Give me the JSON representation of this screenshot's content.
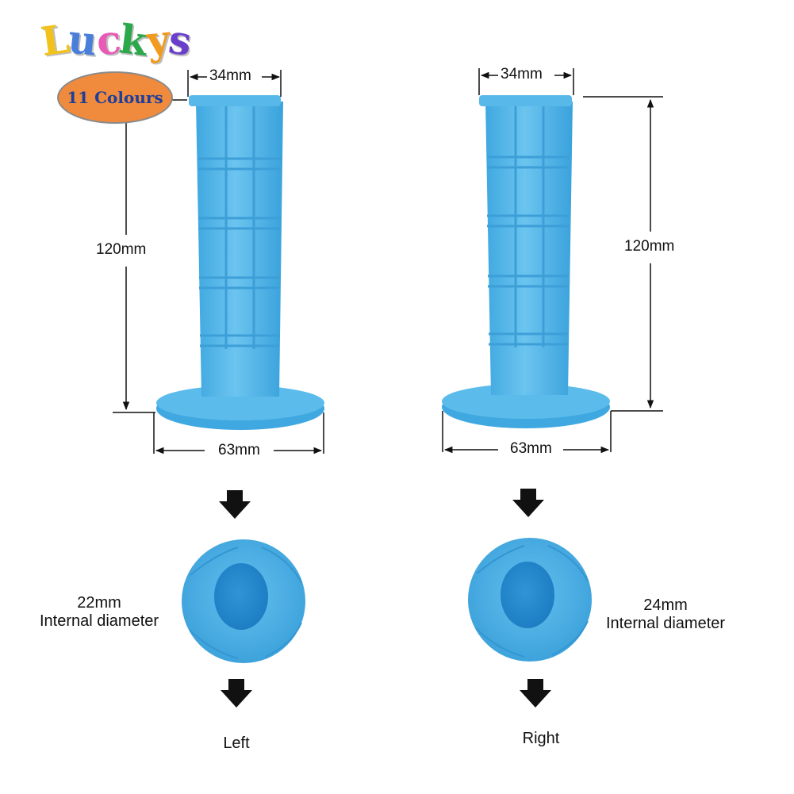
{
  "brand": {
    "letters": [
      "L",
      "u",
      "c",
      "k",
      "y",
      "s"
    ],
    "letter_colors": [
      "#f2c21b",
      "#4a7fd9",
      "#e85ab6",
      "#2aa84a",
      "#f29a1e",
      "#6a3fc9"
    ],
    "badge_text": "11 Colours",
    "badge_color": "#f08a3c"
  },
  "product_color": "#4db3e8",
  "left_grip": {
    "top_width": "34mm",
    "length": "120mm",
    "flange_width": "63mm",
    "diameter_value": "22mm",
    "diameter_label": "Internal diameter",
    "side_label": "Left"
  },
  "right_grip": {
    "top_width": "34mm",
    "length": "120mm",
    "flange_width": "63mm",
    "diameter_value": "24mm",
    "diameter_label": "Internal diameter",
    "side_label": "Right"
  }
}
